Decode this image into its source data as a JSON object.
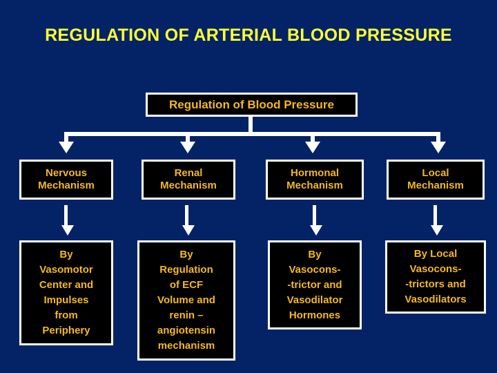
{
  "slide": {
    "background_color": "#042366",
    "title_color": "#ffff33",
    "box_fill_color": "#000000",
    "box_border_color": "#ffffff",
    "box_text_color": "#f5b820",
    "connector_color": "#ffffff",
    "title": "REGULATION OF ARTERIAL\nBLOOD PRESSURE",
    "root": {
      "label": "Regulation of Blood Pressure"
    },
    "mechanisms": [
      {
        "label": "Nervous\nMechanism"
      },
      {
        "label": "Renal\nMechanism"
      },
      {
        "label": "Hormonal\nMechanism"
      },
      {
        "label": "Local\nMechanism"
      }
    ],
    "details": [
      {
        "label": "By\nVasomotor\nCenter and\nImpulses\nfrom\nPeriphery"
      },
      {
        "label": "By\nRegulation\nof ECF\nVolume and\nrenin –\nangiotensin\nmechanism"
      },
      {
        "label": "By\nVasocons-\n-trictor and\nVasodilator\nHormones"
      },
      {
        "label": "By Local\nVasocons-\n-trictors and\nVasodilators"
      }
    ]
  }
}
